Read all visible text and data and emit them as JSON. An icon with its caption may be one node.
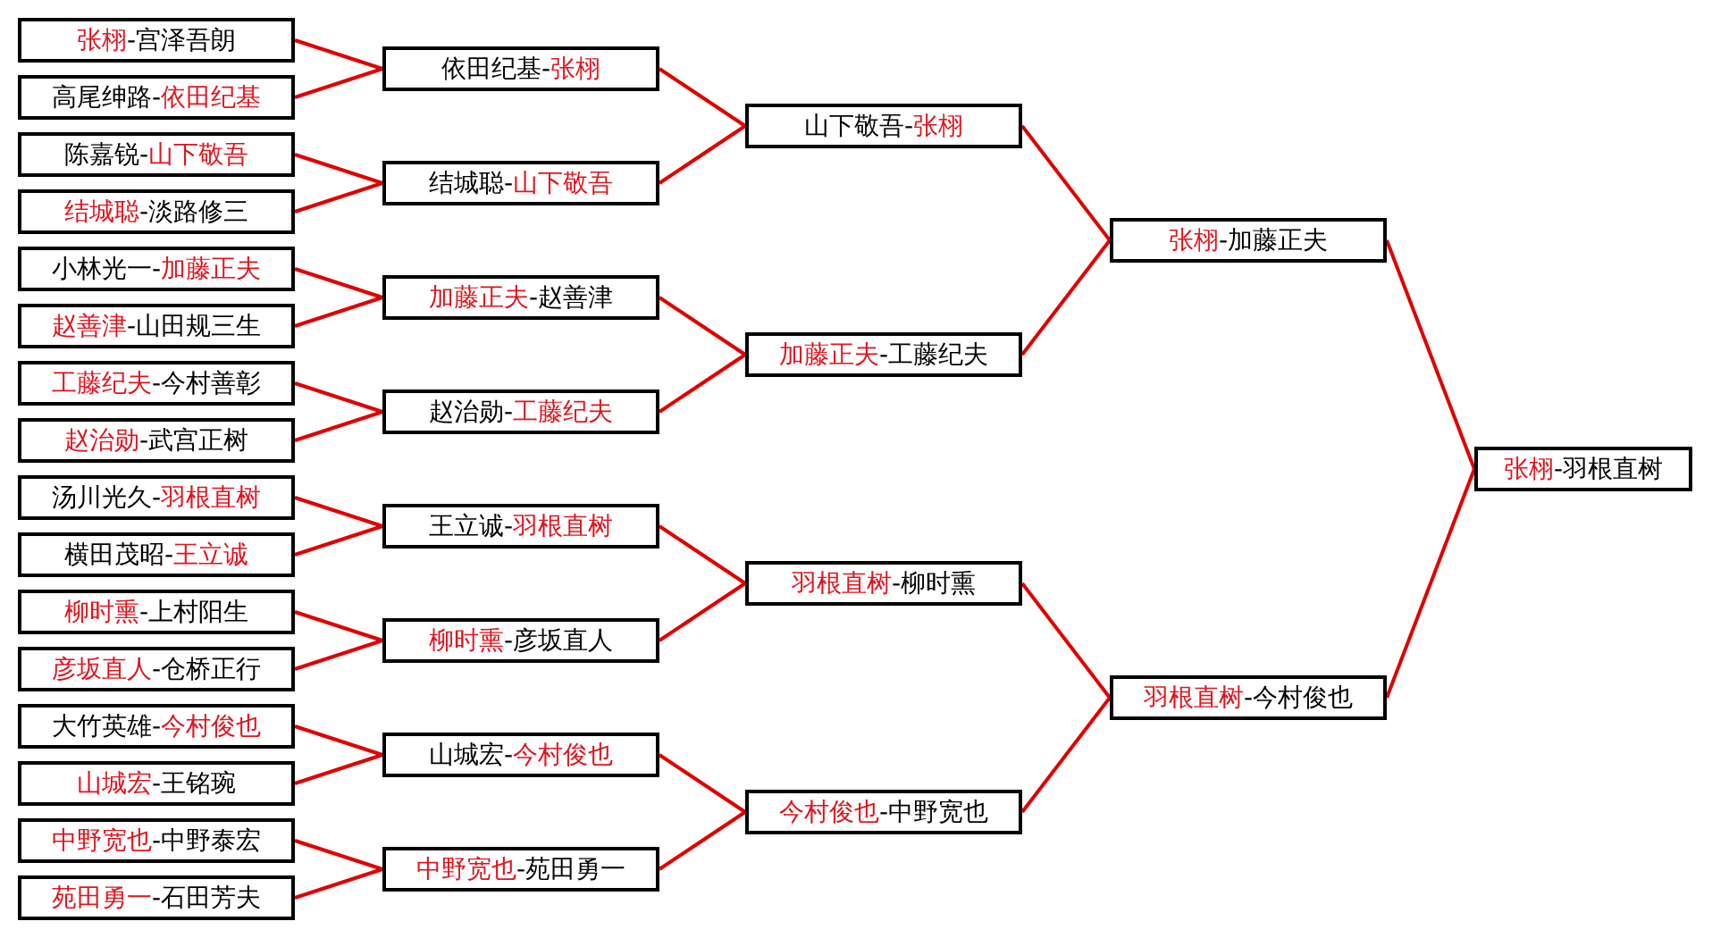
{
  "diagram": {
    "nodes": [
      {
        "text": [
          "**张栩**-宫泽吾朗"
        ]
      },
      {
        "text": [
          "高尾绅路-**依田纪基**"
        ]
      },
      {
        "text": [
          "陈嘉锐-**山下敬吾**"
        ]
      },
      {
        "text": [
          "**结城聪**-淡路修三"
        ]
      },
      {
        "text": [
          "小林光一-**加藤正夫**"
        ]
      },
      {
        "text": [
          "**赵善津**-山田规三生"
        ]
      },
      {
        "text": [
          "**工藤纪夫**-今村善彰"
        ]
      },
      {
        "text": [
          "**赵治勋**-武宫正树"
        ]
      },
      {
        "text": [
          "汤川光久-**羽根直树**"
        ]
      },
      {
        "text": [
          "横田茂昭-**王立诚**"
        ]
      },
      {
        "text": [
          "**柳时熏**-上村阳生"
        ]
      },
      {
        "text": [
          "**彦坂直人**-仓桥正行"
        ]
      },
      {
        "text": [
          "大竹英雄-**今村俊也**"
        ]
      },
      {
        "text": [
          "**山城宏**-王铭琬"
        ]
      },
      {
        "text": [
          "**中野宽也**-中野泰宏"
        ]
      },
      {
        "text": [
          "**苑田勇一**-石田芳夫"
        ]
      },
      {
        "text": [
          "依田纪基-**张栩**"
        ]
      },
      {
        "text": [
          "结城聪-**山下敬吾**"
        ]
      },
      {
        "text": [
          "**加藤正夫**-赵善津"
        ]
      },
      {
        "text": [
          "赵治勋-**工藤纪夫**"
        ]
      },
      {
        "text": [
          "王立诚-**羽根直树**"
        ]
      },
      {
        "text": [
          "**柳时熏**-彦坂直人"
        ]
      },
      {
        "text": [
          "山城宏-**今村俊也**"
        ]
      },
      {
        "text": [
          "**中野宽也**-苑田勇一"
        ]
      },
      {
        "text": [
          "山下敬吾-**张栩**"
        ]
      },
      {
        "text": [
          "**加藤正夫**-工藤纪夫"
        ]
      },
      {
        "text": [
          "**羽根直树**-柳时熏"
        ]
      },
      {
        "text": [
          "**今村俊也**-中野宽也"
        ]
      },
      {
        "text": [
          "**张栩**-加藤正夫"
        ]
      },
      {
        "text": [
          "**羽根直树**-今村俊也"
        ]
      },
      {
        "text": [
          "**张栩**-羽根直树"
        ]
      }
    ],
    "edges": [
      {
        "from": 0,
        "to": 16,
        "arrow": "none"
      },
      {
        "from": 1,
        "to": 16,
        "arrow": "none"
      },
      {
        "from": 2,
        "to": 17,
        "arrow": "none"
      },
      {
        "from": 3,
        "to": 17,
        "arrow": "none"
      },
      {
        "from": 4,
        "to": 18,
        "arrow": "none"
      },
      {
        "from": 5,
        "to": 18,
        "arrow": "none"
      },
      {
        "from": 6,
        "to": 19,
        "arrow": "none"
      },
      {
        "from": 7,
        "to": 19,
        "arrow": "none"
      },
      {
        "from": 8,
        "to": 20,
        "arrow": "none"
      },
      {
        "from": 9,
        "to": 20,
        "arrow": "none"
      },
      {
        "from": 10,
        "to": 21,
        "arrow": "none"
      },
      {
        "from": 11,
        "to": 21,
        "arrow": "none"
      },
      {
        "from": 12,
        "to": 22,
        "arrow": "none"
      },
      {
        "from": 13,
        "to": 22,
        "arrow": "none"
      },
      {
        "from": 14,
        "to": 23,
        "arrow": "none"
      },
      {
        "from": 15,
        "to": 23,
        "arrow": "none"
      },
      {
        "from": 16,
        "to": 24,
        "arrow": "none"
      },
      {
        "from": 17,
        "to": 24,
        "arrow": "none"
      },
      {
        "from": 18,
        "to": 25,
        "arrow": "none"
      },
      {
        "from": 19,
        "to": 25,
        "arrow": "none"
      },
      {
        "from": 20,
        "to": 26,
        "arrow": "none"
      },
      {
        "from": 21,
        "to": 26,
        "arrow": "none"
      },
      {
        "from": 22,
        "to": 27,
        "arrow": "none"
      },
      {
        "from": 23,
        "to": 27,
        "arrow": "none"
      },
      {
        "from": 24,
        "to": 28,
        "arrow": "none"
      },
      {
        "from": 25,
        "to": 28,
        "arrow": "none"
      },
      {
        "from": 26,
        "to": 29,
        "arrow": "none"
      },
      {
        "from": 27,
        "to": 29,
        "arrow": "none"
      },
      {
        "from": 28,
        "to": 30,
        "arrow": "none"
      },
      {
        "from": 29,
        "to": 30,
        "arrow": "none"
      }
    ]
  }
}
